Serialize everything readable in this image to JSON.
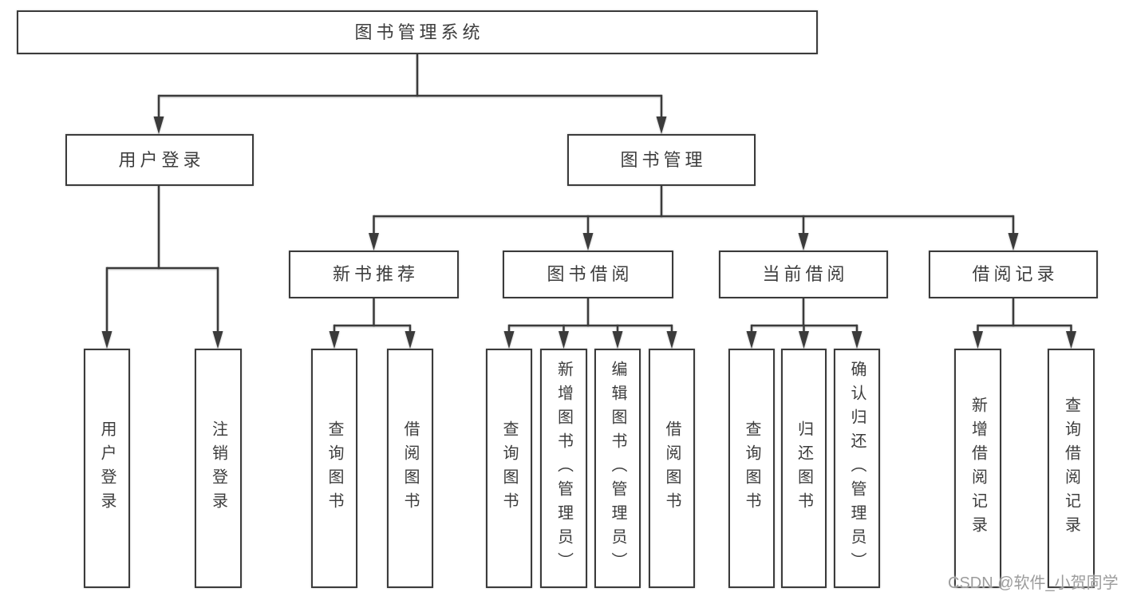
{
  "diagram_type": "hierarchy-tree",
  "tree": {
    "label": "图书管理系统",
    "children": [
      {
        "label": "用户登录",
        "children": [
          {
            "label": "用户登录"
          },
          {
            "label": "注销登录"
          }
        ]
      },
      {
        "label": "图书管理",
        "children": [
          {
            "label": "新书推荐",
            "children": [
              {
                "label": "查询图书"
              },
              {
                "label": "借阅图书"
              }
            ]
          },
          {
            "label": "图书借阅",
            "children": [
              {
                "label": "查询图书"
              },
              {
                "label": "新增图书（管理员）"
              },
              {
                "label": "编辑图书（管理员）"
              },
              {
                "label": "借阅图书"
              }
            ]
          },
          {
            "label": "当前借阅",
            "children": [
              {
                "label": "查询图书"
              },
              {
                "label": "归还图书"
              },
              {
                "label": "确认归还（管理员）"
              }
            ]
          },
          {
            "label": "借阅记录",
            "children": [
              {
                "label": "新增借阅记录"
              },
              {
                "label": "查询借阅记录"
              }
            ]
          }
        ]
      }
    ]
  },
  "watermark": {
    "text": "CSDN @软件_小贺同学"
  },
  "colors": {
    "line": "#3b3b3b",
    "box_border": "#3b3b3b",
    "box_fill": "#ffffff",
    "text": "#3d3d3d",
    "watermark_text": "#9c9c9c",
    "background": "#ffffff"
  }
}
